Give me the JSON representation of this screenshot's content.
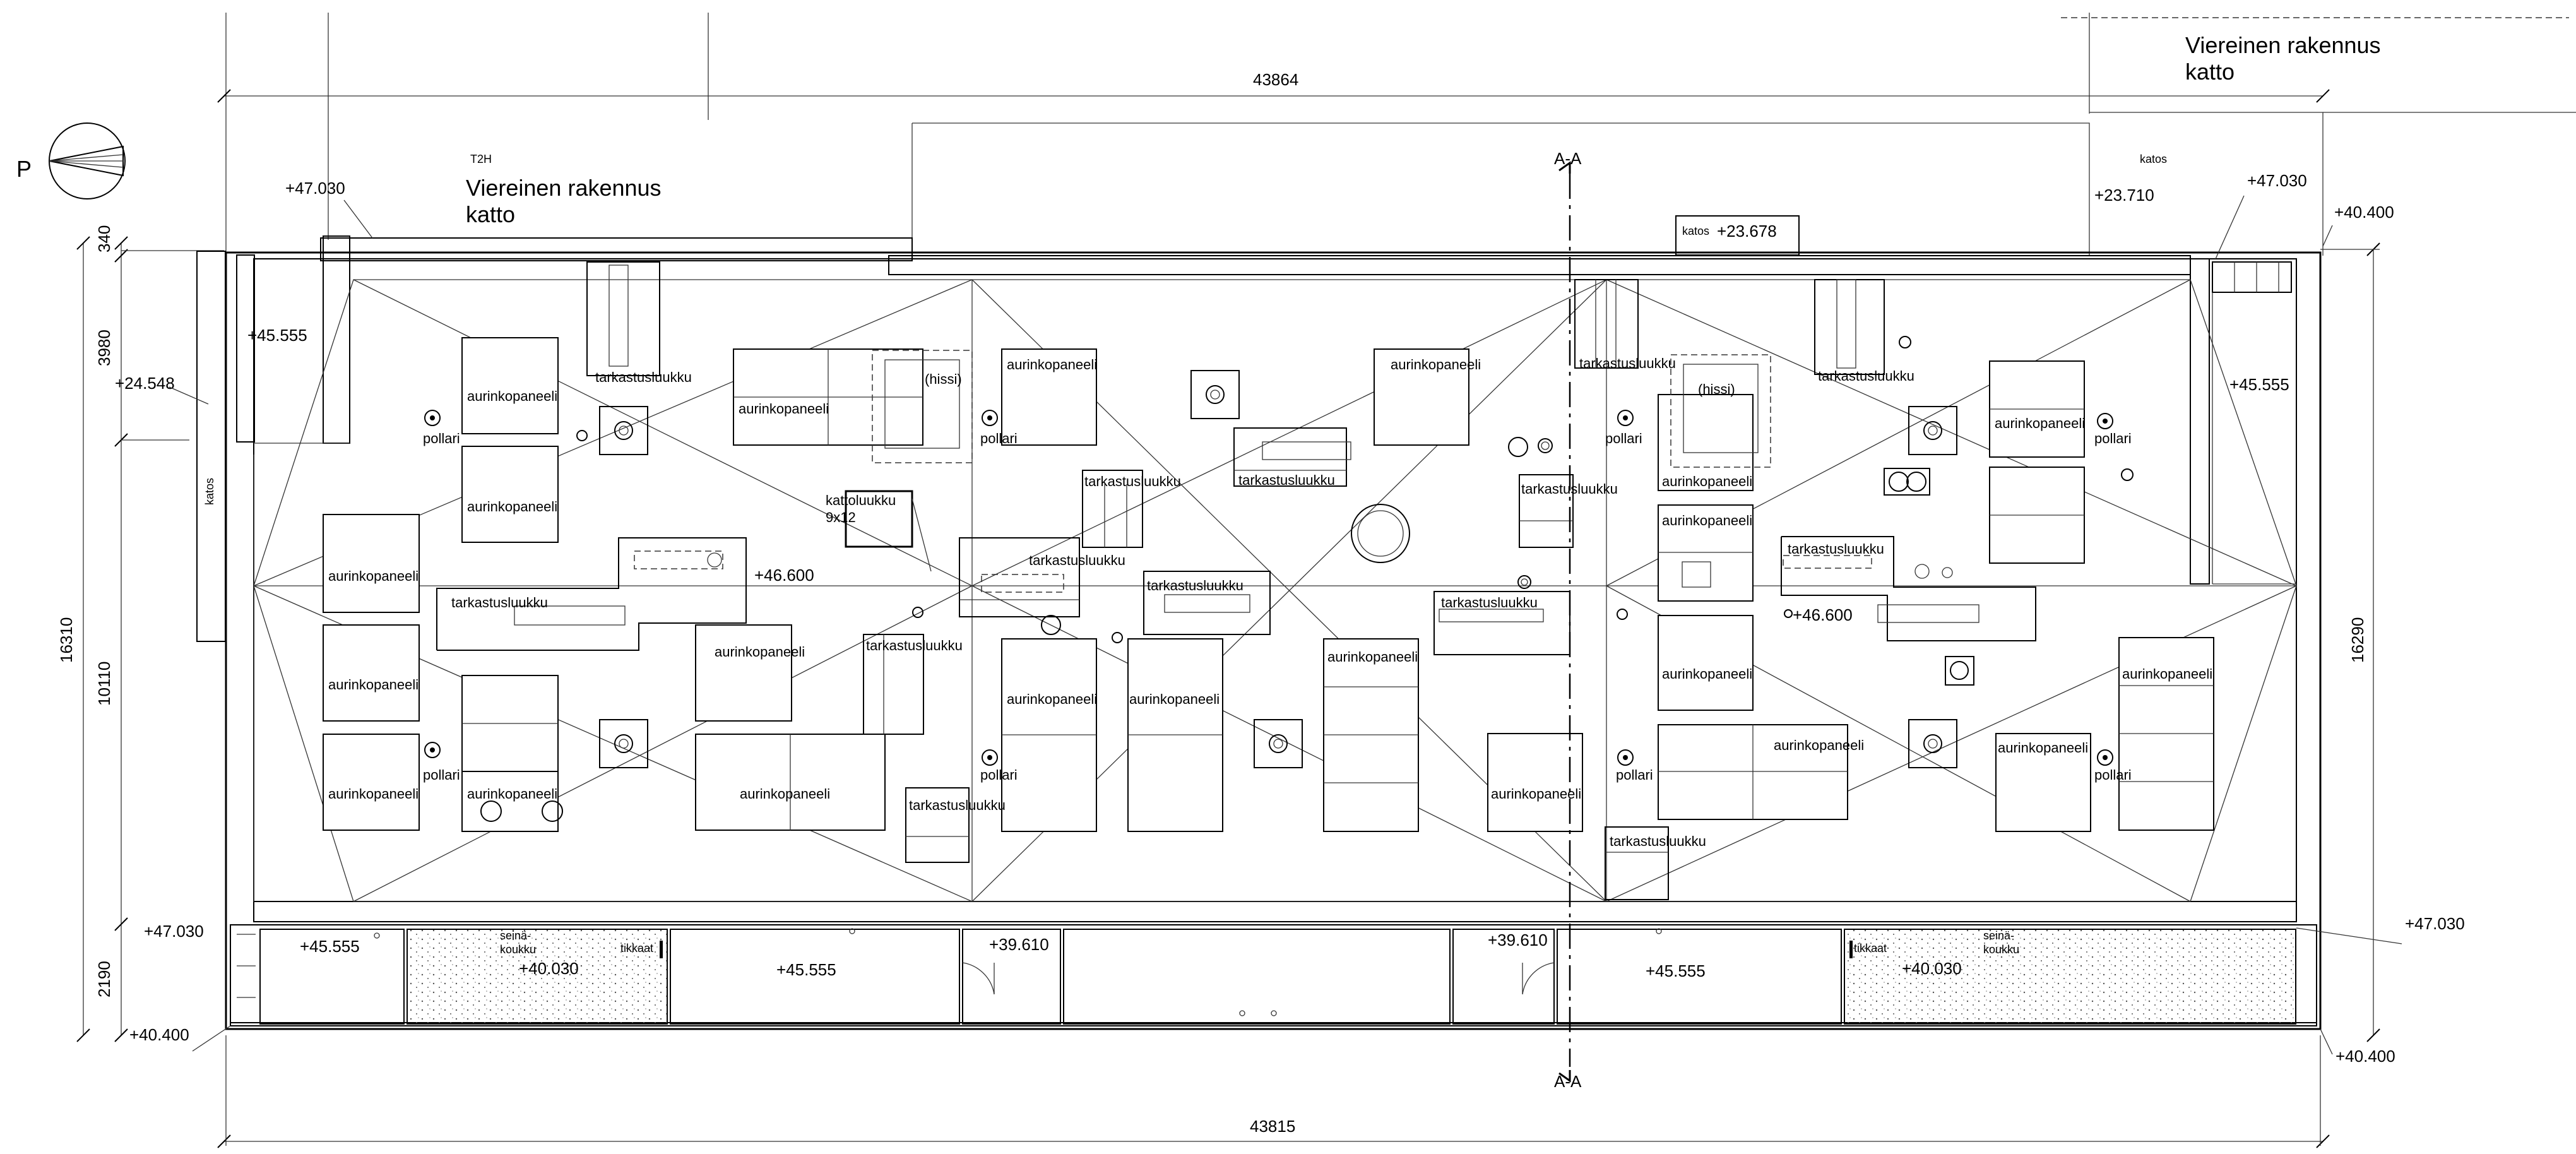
{
  "north_arrow": {
    "label": "P",
    "icon": "north-arrow-icon"
  },
  "dimensions": {
    "top_overall": "43864",
    "bottom_overall": "43815",
    "left_total": "16310",
    "right_total": "16290",
    "left_segments": [
      "340",
      "3980",
      "10110",
      "2190"
    ]
  },
  "neighbor_buildings": {
    "left_line1": "Viereinen rakennus",
    "left_line2": "katto",
    "right_line1": "Viereinen rakennus",
    "right_line2": "katto",
    "tag": "T2H"
  },
  "canopies": {
    "top_center": "katos",
    "top_center_level": "+23.678",
    "top_right": "katos",
    "top_right_level": "+23.710",
    "left_side": "katos",
    "left_side_level": "+24.548"
  },
  "levels": {
    "roof_edge": "+47.030",
    "ridge": "+46.600",
    "terrace": "+45.555",
    "bottom_edge": "+40.400",
    "stair": "+39.610",
    "gravel": "+40.030",
    "right_top": "+40.400"
  },
  "section": {
    "label": "A-A"
  },
  "items": {
    "solar_panel": "aurinkopaneeli",
    "inspection_hatch": "tarkastusluukku",
    "bollard": "pollari",
    "elevator": "(hissi)",
    "roof_hatch_line1": "kattoluukku",
    "roof_hatch_line2": "9x12",
    "wall_hook_line1": "seinä-",
    "wall_hook_line2": "koukku",
    "ladder": "tikkaat"
  },
  "colors": {
    "line": "#000000",
    "background": "#ffffff",
    "gravel_dot": "#555555"
  }
}
